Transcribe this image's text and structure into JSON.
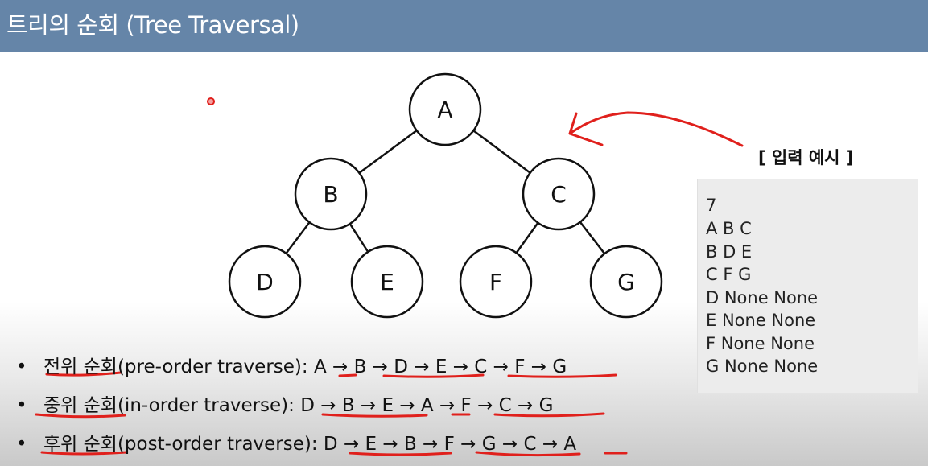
{
  "title": "트리의 순회 (Tree Traversal)",
  "tree": {
    "nodes": [
      "A",
      "B",
      "C",
      "D",
      "E",
      "F",
      "G"
    ]
  },
  "input_example": {
    "caption": "[ 입력 예시 ]",
    "lines": [
      "7",
      "A B C",
      "B D E",
      "C F G",
      "D None None",
      "E None None",
      "F None None",
      "G None None"
    ]
  },
  "traversals": [
    {
      "name": "전위 순회",
      "detail": "(pre-order traverse): ",
      "sequence": "A → B → D → E → C → F → G"
    },
    {
      "name": "중위 순회",
      "detail": "(in-order traverse): ",
      "sequence": "D → B → E → A → F → C → G"
    },
    {
      "name": "후위 순회",
      "detail": "(post-order traverse): ",
      "sequence": "D → E → B → F → G → C → A"
    }
  ],
  "bullet": "•",
  "colors": {
    "header": "#6585a8",
    "annotation": "#e0201c",
    "input_box": "#ececec"
  }
}
